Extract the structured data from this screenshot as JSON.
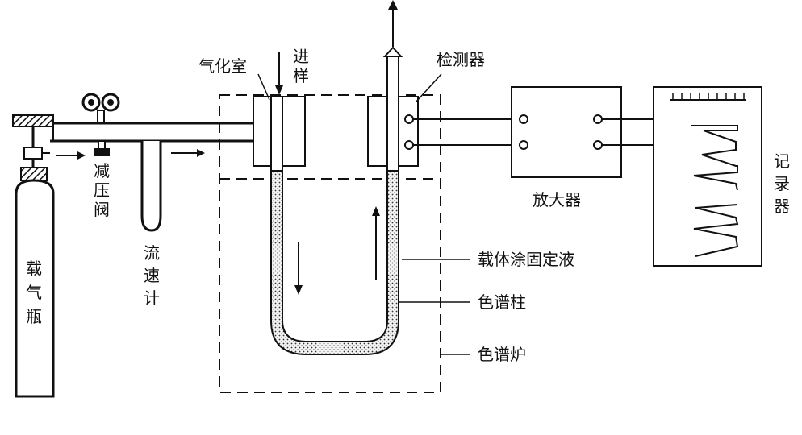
{
  "labels": {
    "carrier_gas_cylinder": "载气瓶",
    "pressure_reducing_valve": "减压阀",
    "flow_meter": "流速计",
    "vaporization_chamber": "气化室",
    "sample_injection": "进样",
    "detector": "检测器",
    "amplifier": "放大器",
    "recorder": "记录器",
    "stationary_liquid_on_support": "载体涂固定液",
    "chromatographic_column": "色谱柱",
    "column_oven": "色谱炉"
  },
  "colors": {
    "line": "#111111",
    "column_fill": "#e9e9e9"
  }
}
